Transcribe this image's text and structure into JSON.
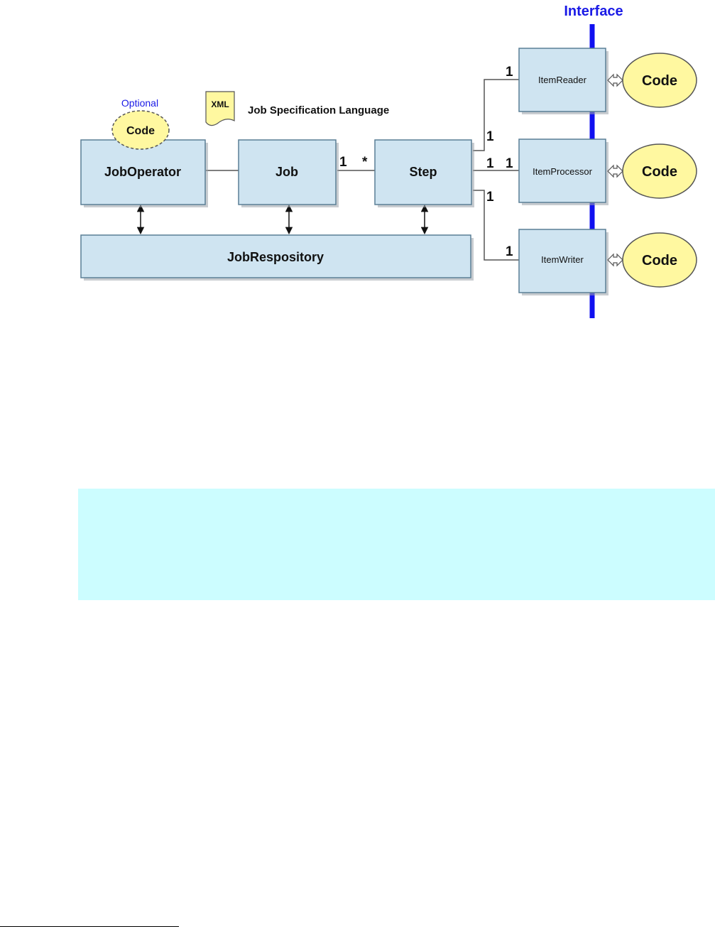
{
  "diagram": {
    "interface_label": "Interface",
    "optional_label": "Optional",
    "xml_icon_label": "XML",
    "jsl_label": "Job Specification Language",
    "job_operator": "JobOperator",
    "job": "Job",
    "step": "Step",
    "job_repository": "JobRespository",
    "item_reader": "ItemReader",
    "item_processor": "ItemProcessor",
    "item_writer": "ItemWriter",
    "code": "Code",
    "mult_one": "1",
    "mult_many": "*"
  },
  "colors": {
    "box_fill": "#cfe4f1",
    "code_fill": "#fff8a0",
    "interface": "#1010f0",
    "note_background": "#ccfdff"
  }
}
